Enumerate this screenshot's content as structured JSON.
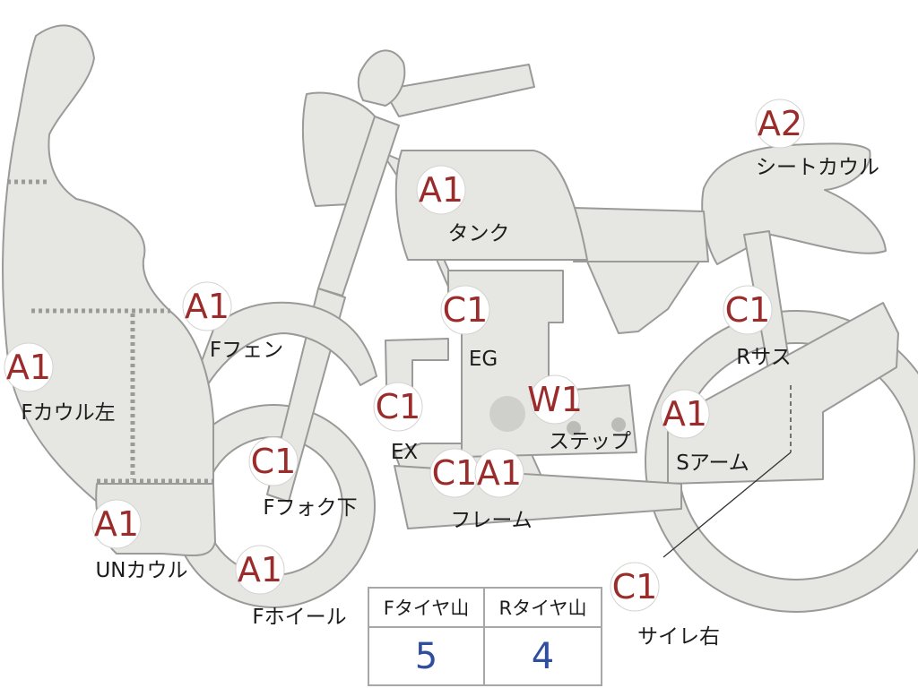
{
  "parts": [
    {
      "code": "A1",
      "label": "タンク"
    },
    {
      "code": "A2",
      "label": "シートカウル"
    },
    {
      "code": "A1",
      "label": "Fフェン"
    },
    {
      "code": "C1",
      "label": "EG"
    },
    {
      "code": "C1",
      "label": "Rサス"
    },
    {
      "code": "A1",
      "label": "Fカウル左"
    },
    {
      "code": "C1",
      "label": "EX"
    },
    {
      "code": "W1",
      "label": "ステップ"
    },
    {
      "code": "A1",
      "label": "Sアーム"
    },
    {
      "code": "C1",
      "label": "Fフォク下"
    },
    {
      "code": "C1",
      "label": ""
    },
    {
      "code": "A1",
      "label": "フレーム"
    },
    {
      "code": "A1",
      "label": "UNカウル"
    },
    {
      "code": "A1",
      "label": "Fホイール"
    },
    {
      "code": "C1",
      "label": "サイレ右"
    }
  ],
  "tire_table": {
    "front_header": "Fタイヤ山",
    "rear_header": "Rタイヤ山",
    "front_value": "5",
    "rear_value": "4"
  },
  "colors": {
    "part_fill": "#e6e6e3",
    "part_outline": "#9a9a98",
    "code_text": "#9b2c2c",
    "tire_value_text": "#2f4f9e"
  },
  "icons": [
    "motorcycle-outline"
  ]
}
